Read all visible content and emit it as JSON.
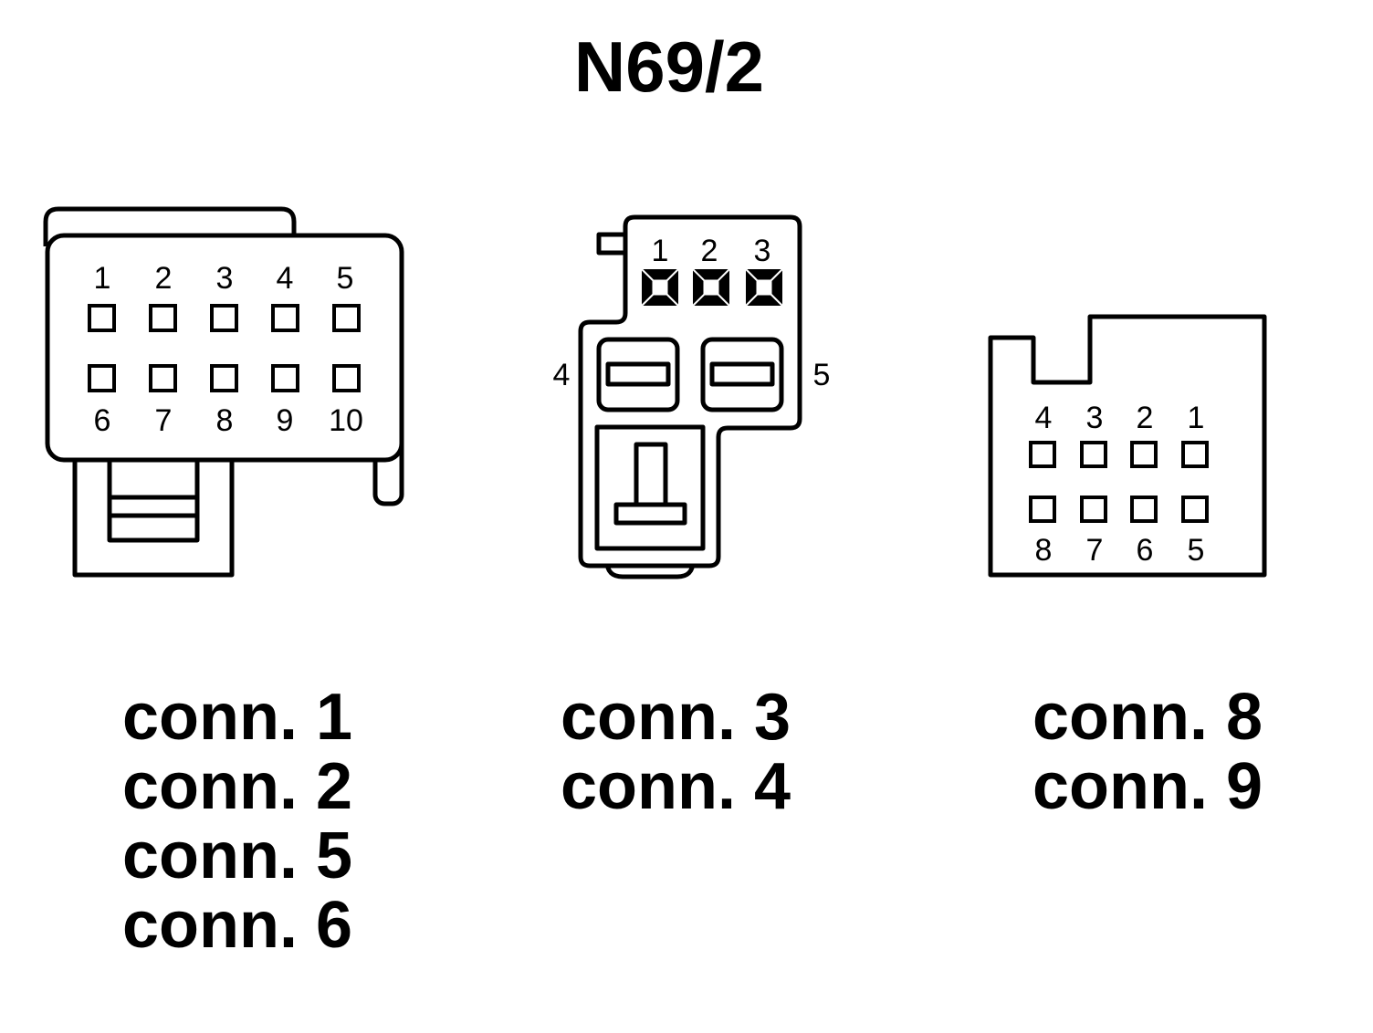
{
  "title": "N69/2",
  "connectors": [
    {
      "id": "A",
      "pins_top": [
        "1",
        "2",
        "3",
        "4",
        "5"
      ],
      "pins_bottom": [
        "6",
        "7",
        "8",
        "9",
        "10"
      ],
      "labels": [
        "conn. 1",
        "conn. 2",
        "conn. 5",
        "conn. 6"
      ]
    },
    {
      "id": "B",
      "pins_top": [
        "1",
        "2",
        "3"
      ],
      "pin_left": "4",
      "pin_right": "5",
      "labels": [
        "conn. 3",
        "conn. 4"
      ]
    },
    {
      "id": "C",
      "pins_top": [
        "4",
        "3",
        "2",
        "1"
      ],
      "pins_bottom": [
        "8",
        "7",
        "6",
        "5"
      ],
      "labels": [
        "conn. 8",
        "conn. 9"
      ]
    }
  ]
}
